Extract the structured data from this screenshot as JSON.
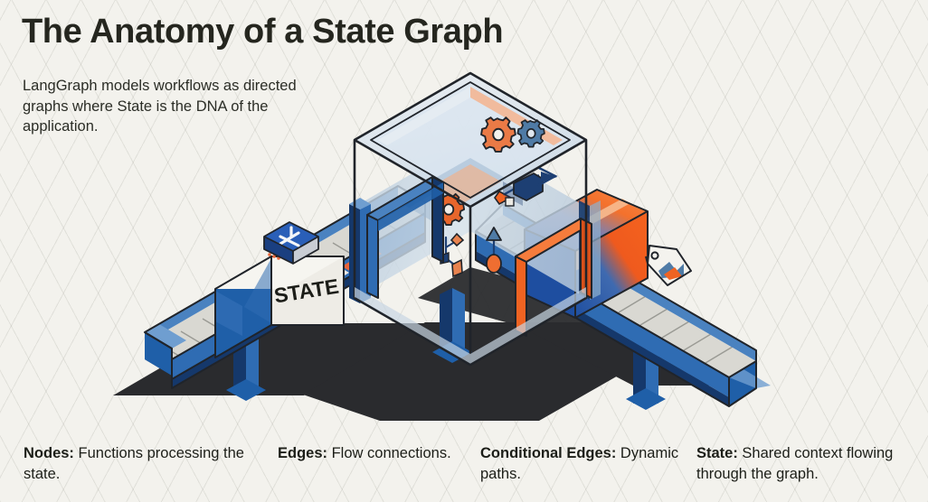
{
  "header": {
    "title": "The Anatomy of a State Graph",
    "subtitle": "LangGraph models workflows as directed graphs where State is the DNA of the application."
  },
  "illustration": {
    "type": "isometric-factory-machine",
    "description": "An isometric illustration of a glass-walled processing machine with a conveyor belt running through it. A white cardboard box labelled STATE, topped with a blue book, rides the left input conveyor into a blue archway. An orange archway on the right outputs an orange box with a tag onto the exit conveyor. Gears and directional arrows float inside the transparent cube.",
    "labels": {
      "box_label": "STATE"
    },
    "parts": [
      {
        "name": "glass-cube-machine",
        "color": "#c8d6e3"
      },
      {
        "name": "input-archway",
        "color": "#1f5fa8"
      },
      {
        "name": "output-archway",
        "color": "#ef6322"
      },
      {
        "name": "left-conveyor",
        "color": "#1f5fa8"
      },
      {
        "name": "right-conveyor",
        "color": "#1f5fa8"
      },
      {
        "name": "state-box",
        "color": "#eceae4"
      },
      {
        "name": "state-book",
        "color": "#1f4fa0"
      },
      {
        "name": "output-box",
        "color": "#ef5a1e"
      },
      {
        "name": "output-tag",
        "color": "#f4f3ee"
      },
      {
        "name": "gear-orange",
        "color": "#e8682c"
      },
      {
        "name": "gear-blue",
        "color": "#4f7ba6"
      },
      {
        "name": "arrow-blue",
        "color": "#1d3f73"
      },
      {
        "name": "arrow-orange",
        "color": "#ef6322"
      }
    ]
  },
  "palette": {
    "background": "#f3f2ed",
    "ink": "#22241f",
    "blue": "#1f5fa8",
    "blue_dark": "#15386b",
    "orange": "#ef6322",
    "orange_light": "#f6a982",
    "panel": "#eceae4",
    "shadow": "#26272a"
  },
  "captions": [
    {
      "term": "Nodes:",
      "text": " Functions processing the state."
    },
    {
      "term": "Edges:",
      "text": " Flow connections."
    },
    {
      "term": "Conditional Edges:",
      "text": " Dynamic paths."
    },
    {
      "term": "State:",
      "text": " Shared context flowing through the graph."
    }
  ]
}
